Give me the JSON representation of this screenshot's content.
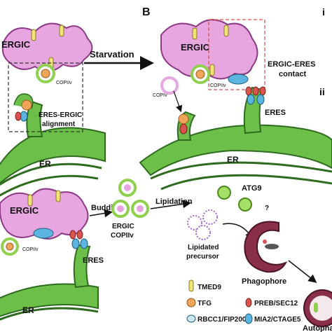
{
  "panel_b_label": "B",
  "roman_i": "i",
  "roman_ii": "ii",
  "ergic": "ERGIC",
  "ergic_small": "ERGIC",
  "starvation": "Starvation",
  "copiiv": "COPIIv",
  "copiv": "COPIv",
  "eres": "ERES",
  "eres_ergic_alignment": [
    "ERES-ERGIC",
    "alignment"
  ],
  "ergic_eres_contact": [
    "ERGIC-ERES",
    "contact"
  ],
  "er": "ER",
  "budding": "Budding",
  "lipidation": "Lipidation",
  "ergic_copiiv": [
    "ERGIC",
    "COPIIv"
  ],
  "lipidated_precursor": [
    "Lipidated",
    "precursor"
  ],
  "atg9": "ATG9",
  "question": "?",
  "phagophore": "Phagophore",
  "autophagosome_partial": "Autopha",
  "legend": [
    {
      "label": "TMED9",
      "shape": "tmed9-icon",
      "color": "#f2e27a"
    },
    {
      "label": "TFG",
      "shape": "tfg-icon",
      "color": "#f0a55a"
    },
    {
      "label": "PREB/SEC12",
      "shape": "preb-icon",
      "color": "#d9534f"
    },
    {
      "label": "RBCC1/FIP200",
      "shape": "rbcc1-icon",
      "color": "#cfe8f5"
    },
    {
      "label": "MIA2/CTAGE5",
      "shape": "mia2-icon",
      "color": "#5bb5e0"
    }
  ],
  "colors": {
    "ergic": "#e7a6e0",
    "er": "#6cc04a",
    "copii": "#8fd14f",
    "phagophore": "#8a2f4a"
  }
}
